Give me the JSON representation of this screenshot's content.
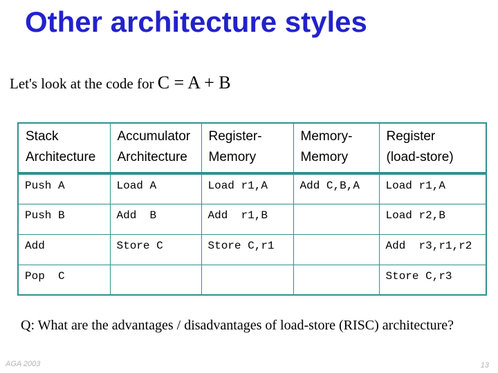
{
  "slide": {
    "title": "Other architecture styles",
    "subtitle_prefix": "Let's look at the code for ",
    "subtitle_equation": "C = A + B",
    "question": "Q: What are the advantages / disadvantages of load-store (RISC) architecture?",
    "footer_left": "AGA 2003",
    "page_number": "13"
  },
  "colors": {
    "title_blue": "#2222cc",
    "table_border_teal": "#2e9191",
    "body_text": "#000000",
    "footer_gray": "#b2b2b2"
  },
  "table": {
    "columns": [
      {
        "title": "Stack",
        "subtitle": "Architecture"
      },
      {
        "title": "Accumulator",
        "subtitle": "Architecture"
      },
      {
        "title": "Register-",
        "subtitle": "Memory"
      },
      {
        "title": "Memory-",
        "subtitle": "Memory"
      },
      {
        "title": "Register",
        "subtitle": "(load-store)"
      }
    ],
    "rows": [
      [
        "Push A",
        "Load A",
        "Load r1,A",
        "Add C,B,A",
        "Load r1,A"
      ],
      [
        "Push B",
        "Add  B",
        "Add  r1,B",
        "",
        "Load r2,B"
      ],
      [
        "Add",
        "Store C",
        "Store C,r1",
        "",
        "Add  r3,r1,r2"
      ],
      [
        "Pop  C",
        "",
        "",
        "",
        "Store C,r3"
      ]
    ]
  }
}
